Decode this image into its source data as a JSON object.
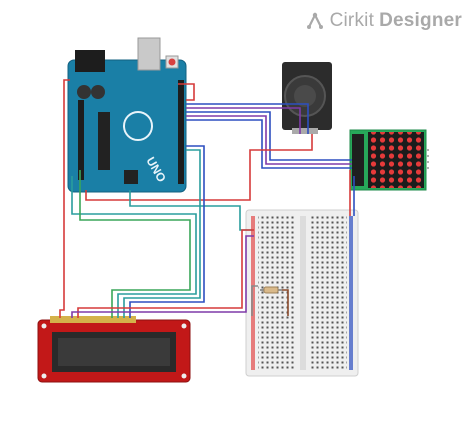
{
  "brand": {
    "icon": "cirkit-logo-icon",
    "name_part1": "Cirkit",
    "name_part2": "Designer"
  },
  "components": {
    "arduino": "UNO",
    "breadboard": "breadboard",
    "lcd": "16x2 LCD",
    "joystick": "analog joystick",
    "led_matrix": "8x8 LED matrix",
    "resistor": "resistor"
  },
  "colors": {
    "arduino_board": "#1a7fa6",
    "lcd_board": "#c21818",
    "lcd_screen": "#2a2a2a",
    "matrix_board": "#27a85a",
    "joystick_body": "#2c2c2c",
    "wire_red": "#d63a3a",
    "wire_blue": "#2d4fc0",
    "wire_purple": "#7e3aa8",
    "wire_teal": "#2a9d9d",
    "wire_green": "#3aa65a",
    "wire_gray": "#8a8a8a",
    "wire_brown": "#8a4a2a"
  }
}
